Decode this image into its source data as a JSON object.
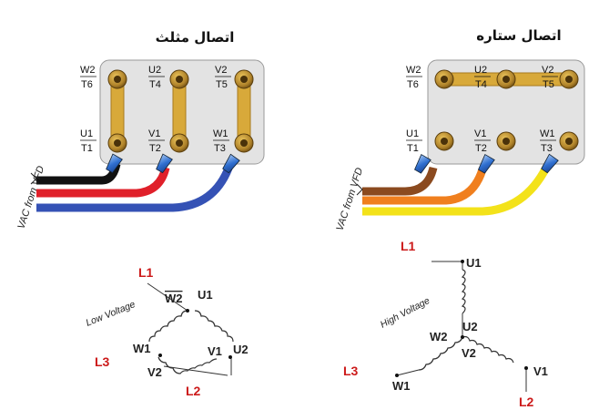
{
  "delta_panel": {
    "title": "اتصال مثلث",
    "terminals": {
      "w2": "W2",
      "t6": "T6",
      "u2": "U2",
      "t4": "T4",
      "v2": "V2",
      "t5": "T5",
      "u1": "U1",
      "t1": "T1",
      "v1": "V1",
      "t2": "T2",
      "w1": "W1",
      "t3": "T3"
    },
    "vfd_label": "VAC from VFD",
    "wire_colors": [
      "#111111",
      "#e0202a",
      "#3552b5"
    ]
  },
  "star_panel": {
    "title": "اتصال ستاره",
    "terminals": {
      "w2": "W2",
      "t6": "T6",
      "u2": "U2",
      "t4": "T4",
      "v2": "V2",
      "t5": "T5",
      "u1": "U1",
      "t1": "T1",
      "v1": "V1",
      "t2": "T2",
      "w1": "W1",
      "t3": "T3"
    },
    "vfd_label": "VAC from VFD",
    "wire_colors": [
      "#8b4a1f",
      "#f07f1e",
      "#f3e21a"
    ]
  },
  "delta_schematic": {
    "voltage_label": "Low Voltage",
    "lines": {
      "l1": "L1",
      "l2": "L2",
      "l3": "L3"
    },
    "nodes": {
      "w2": "W2",
      "u1": "U1",
      "w1": "W1",
      "v1": "V1",
      "u2": "U2",
      "v2": "V2"
    }
  },
  "star_schematic": {
    "voltage_label": "High Voltage",
    "lines": {
      "l1": "L1",
      "l2": "L2",
      "l3": "L3"
    },
    "nodes": {
      "u1": "U1",
      "u2": "U2",
      "w2": "W2",
      "v2": "V2",
      "w1": "W1",
      "v1": "V1"
    }
  },
  "colors": {
    "terminal_box": "#e3e3e3",
    "bus_bar": "#d8a93a",
    "line_label": "#cc1a1a",
    "lug": "#2f6fd0"
  }
}
